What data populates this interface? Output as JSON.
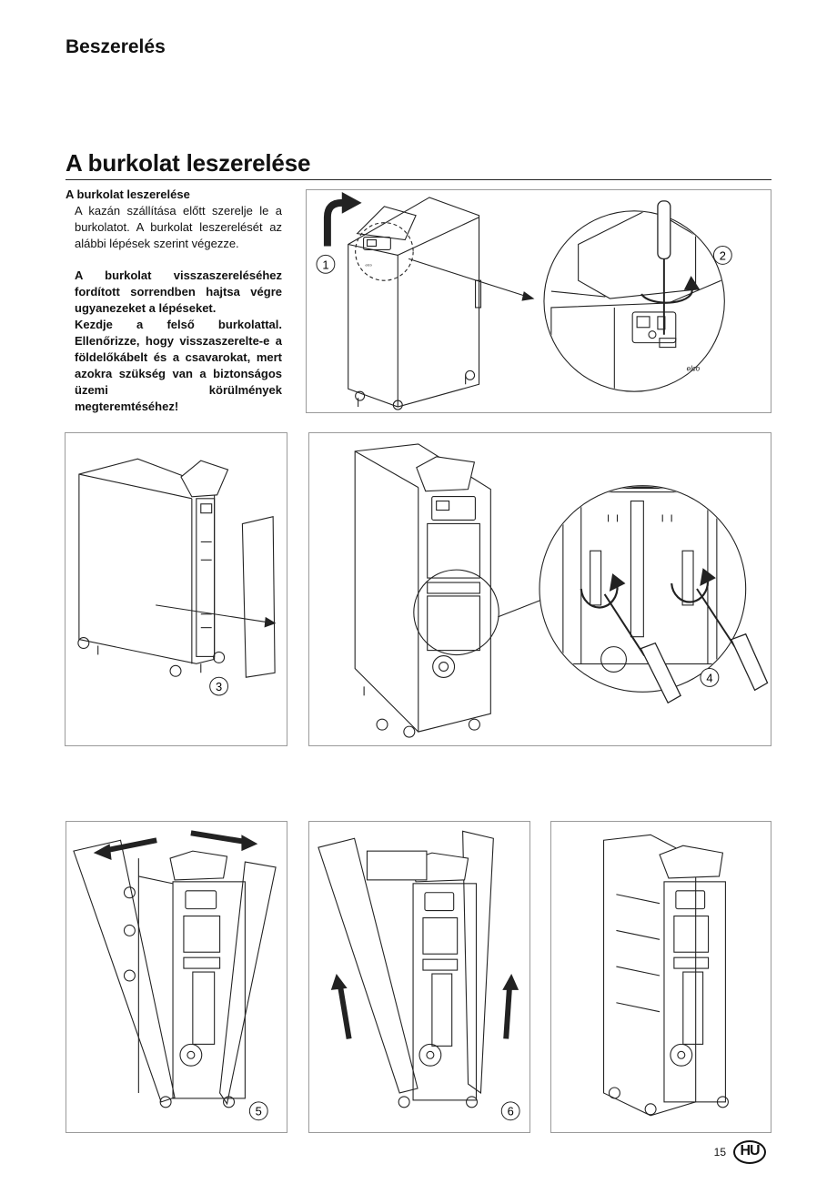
{
  "header": {
    "section": "Beszerelés"
  },
  "title": "A burkolat leszerelése",
  "intro": {
    "subtitle": "A burkolat leszerelése",
    "body": "A kazán szállítása előtt szerelje le a burkolatot. A burkolat leszerelését az alábbi lépések szerint végezze.",
    "note": [
      "A burkolat visszaszereléséhez fordított sorrendben hajtsa végre ugyanezeket a lépéseket.",
      "Kezdje a felső burkolattal. Ellenőrizze, hogy visszaszerelte-e a földelőkábelt és a csavarokat, mert azokra szükség van a biztonságos üzemi körülmények megteremtéséhez!"
    ]
  },
  "figures": {
    "step1": "1",
    "step2": "2",
    "step3": "3",
    "step4": "4",
    "step5": "5",
    "step6": "6",
    "brand": "elco"
  },
  "footer": {
    "page_number": "15",
    "language_badge": "HU"
  },
  "colors": {
    "line": "#222222",
    "frame": "#9a9a9a"
  }
}
